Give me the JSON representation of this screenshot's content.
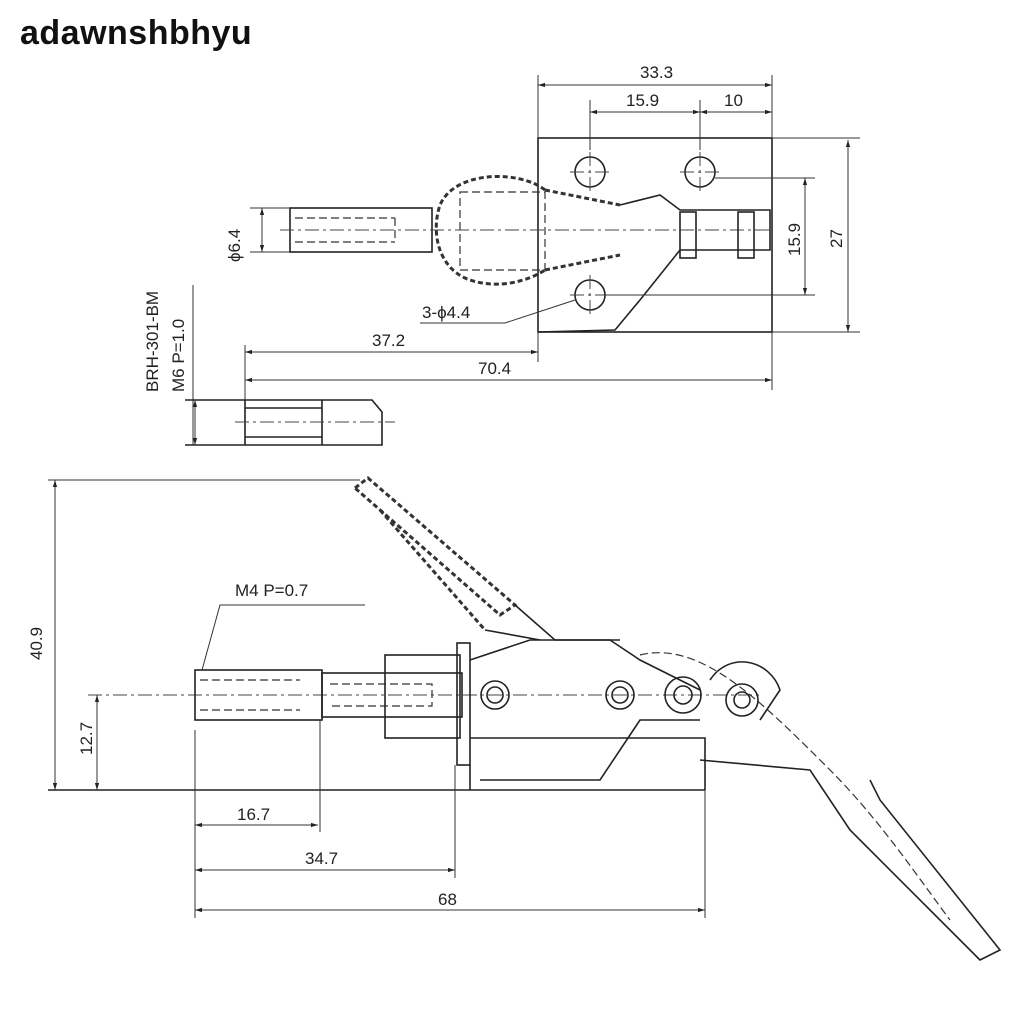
{
  "watermark": "adawnshbhyu",
  "top_view": {
    "dims": {
      "overall_width": "33.3",
      "hole_spacing": "15.9",
      "edge_offset": "10",
      "height_total": "27",
      "hole_spacing_vertical": "15.9",
      "spindle_diameter": "ϕ6.4",
      "holes": "3-ϕ4.4",
      "base_to_plate": "37.2",
      "overall_length": "70.4"
    }
  },
  "spindle_detail": {
    "part_number": "BRH-301-BM",
    "thread": "M6 P=1.0"
  },
  "side_view": {
    "dims": {
      "height": "40.9",
      "center_height": "12.7",
      "thread": "M4 P=0.7",
      "thread_length": "16.7",
      "to_flange": "34.7",
      "overall_length": "68"
    }
  }
}
